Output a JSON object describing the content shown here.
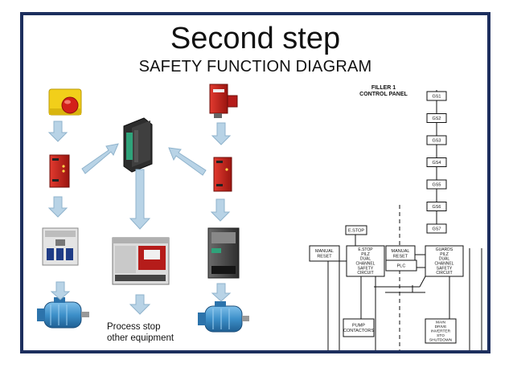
{
  "slide": {
    "title": "Second step",
    "subtitle": "SAFETY FUNCTION DIAGRAM",
    "caption_line1": "Process stop",
    "caption_line2": "other equipment"
  },
  "panel": {
    "header_line1": "FILLER 1",
    "header_line2": "CONTROL PANEL",
    "guard_switches": [
      "GS1",
      "GS2",
      "GS3",
      "GS4",
      "GS5",
      "GS6",
      "GS7"
    ],
    "estop_label": "E.STOP",
    "manual_reset_left": [
      "MANUAL",
      "RESET"
    ],
    "manual_reset_right": [
      "MANUAL",
      "RESET"
    ],
    "estop_circuit": [
      "E.STOP",
      "PILZ",
      "DUAL",
      "CHANNEL",
      "SAFETY",
      "CIRCUIT"
    ],
    "guards_circuit": [
      "GUARDS",
      "PILZ",
      "DUAL",
      "CHANNEL",
      "SAFETY",
      "CIRCUIT"
    ],
    "plc_label": "PLC",
    "pump_contactors": [
      "PUMP",
      "CONTACTORS"
    ],
    "main_drive": [
      "MAIN",
      "DRIVE",
      "INVERTER",
      "STO",
      "SHUTDOWN"
    ]
  },
  "colors": {
    "frame": "#1d2f5e",
    "arrow_fill": "#b8d3e6",
    "arrow_stroke": "#8fb3cc",
    "relay_red": "#c8221c",
    "motor_blue": "#3d8fc9",
    "plc_green": "#2fa37a"
  }
}
